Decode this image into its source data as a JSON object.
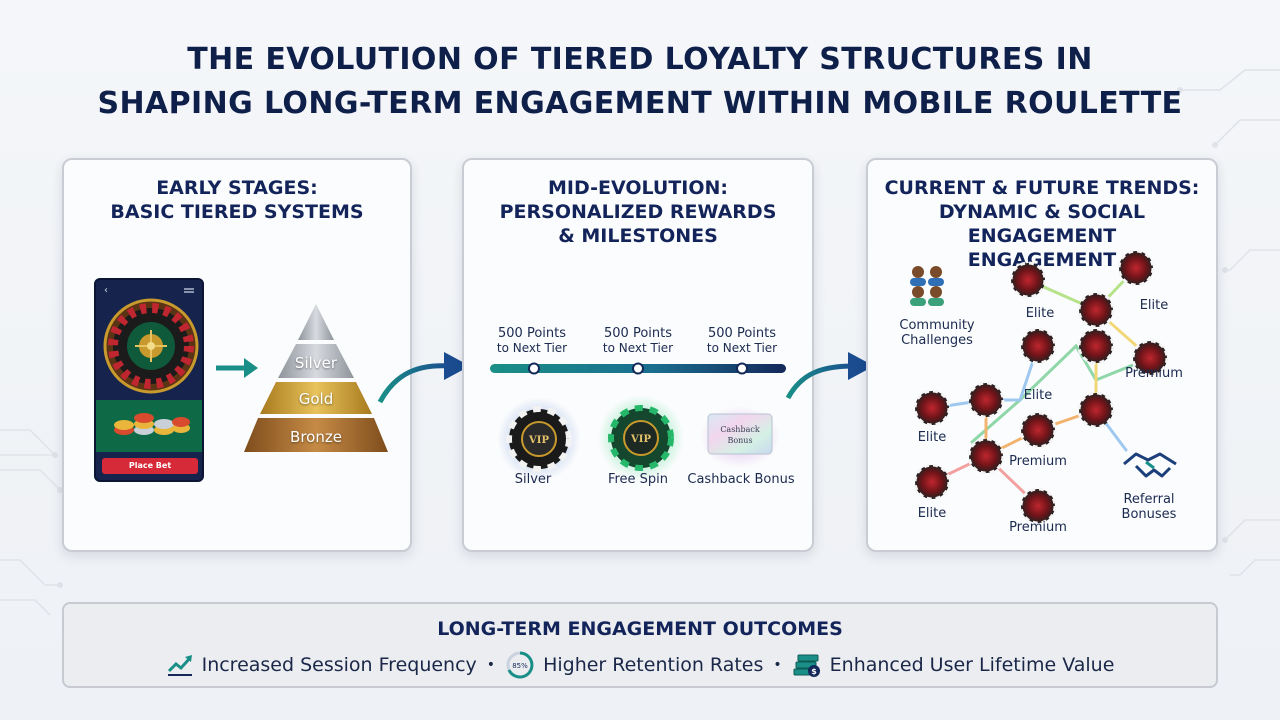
{
  "title": {
    "line1": "THE EVOLUTION OF TIERED LOYALTY STRUCTURES IN",
    "line2": "SHAPING LONG-TERM ENGAGEMENT WITHIN MOBILE ROULETTE"
  },
  "panel1": {
    "title_line1": "EARLY STAGES:",
    "title_line2": "BASIC TIERED SYSTEMS",
    "phone_button": "Place Bet",
    "tiers": [
      "Silver",
      "Gold",
      "Bronze"
    ]
  },
  "panel2": {
    "title_line1": "MID-EVOLUTION:",
    "title_line2": "PERSONALIZED REWARDS",
    "title_line3": "& MILESTONES",
    "milestones": [
      {
        "line1": "500 Points",
        "line2": "to Next Tier"
      },
      {
        "line1": "500 Points",
        "line2": "to Next Tier"
      },
      {
        "line1": "500 Points",
        "line2": "to Next Tier"
      }
    ],
    "chip_text": "VIP",
    "card_text_line1": "Cashback",
    "card_text_line2": "Bonus",
    "rewards": [
      "Silver",
      "Free Spin",
      "Cashback Bonus"
    ]
  },
  "panel3": {
    "title_line1": "CURRENT & FUTURE TRENDS:",
    "title_line2": "DYNAMIC & SOCIAL ENGAGEMENT",
    "title_line3": "ENGAGEMENT",
    "community_line1": "Community",
    "community_line2": "Challenges",
    "referral_line1": "Referral",
    "referral_line2": "Bonuses",
    "node_labels": [
      "Elite",
      "Elite",
      "Premium",
      "Elite",
      "Elite",
      "Premium",
      "Elite",
      "Premium"
    ]
  },
  "outcomes": {
    "title": "LONG-TERM ENGAGEMENT OUTCOMES",
    "items": [
      "Increased Session Frequency",
      "Higher Retention Rates",
      "Enhanced User Lifetime Value"
    ],
    "gauge_text": "85%",
    "separator": "•"
  },
  "colors": {
    "navy": "#0e1f4a",
    "teal": "#1a8f87",
    "arrow_blue": "#1a4c8f",
    "silver": "#b9bcc2",
    "gold": "#c79a2c",
    "bronze": "#a26c2f",
    "chip_red": "#b3202a"
  }
}
